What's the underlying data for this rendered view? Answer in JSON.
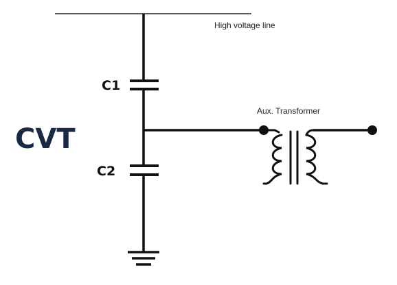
{
  "title": "CVT",
  "line_label": "High voltage line",
  "capacitors": [
    {
      "label": "C1"
    },
    {
      "label": "C2"
    }
  ],
  "transformer_label": "Aux. Transformer",
  "colors": {
    "title": "#1a2a45",
    "wire": "#111111",
    "background": "#ffffff"
  },
  "icons": {
    "ground": "ground-symbol-icon",
    "transformer": "transformer-icon",
    "capacitor": "capacitor-icon"
  }
}
